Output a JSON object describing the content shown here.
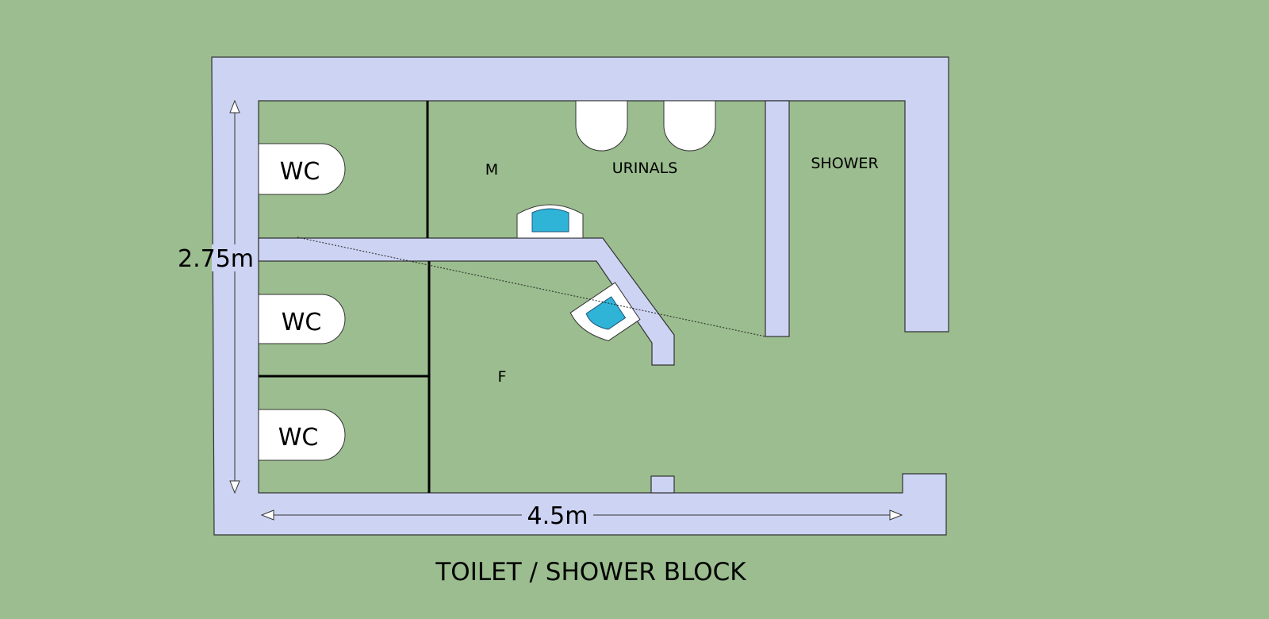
{
  "title": "TOILET / SHOWER BLOCK",
  "labels": {
    "male": "M",
    "female": "F",
    "urinals": "URINALS",
    "shower": "SHOWER",
    "wc": [
      "WC",
      "WC",
      "WC"
    ]
  },
  "dimensions": {
    "height": "2.75m",
    "width": "4.5m"
  },
  "colors": {
    "background": "#9bbd8f",
    "wall": "#cdd3f2",
    "fixture": "#ffffff",
    "water": "#2fb4d8"
  }
}
